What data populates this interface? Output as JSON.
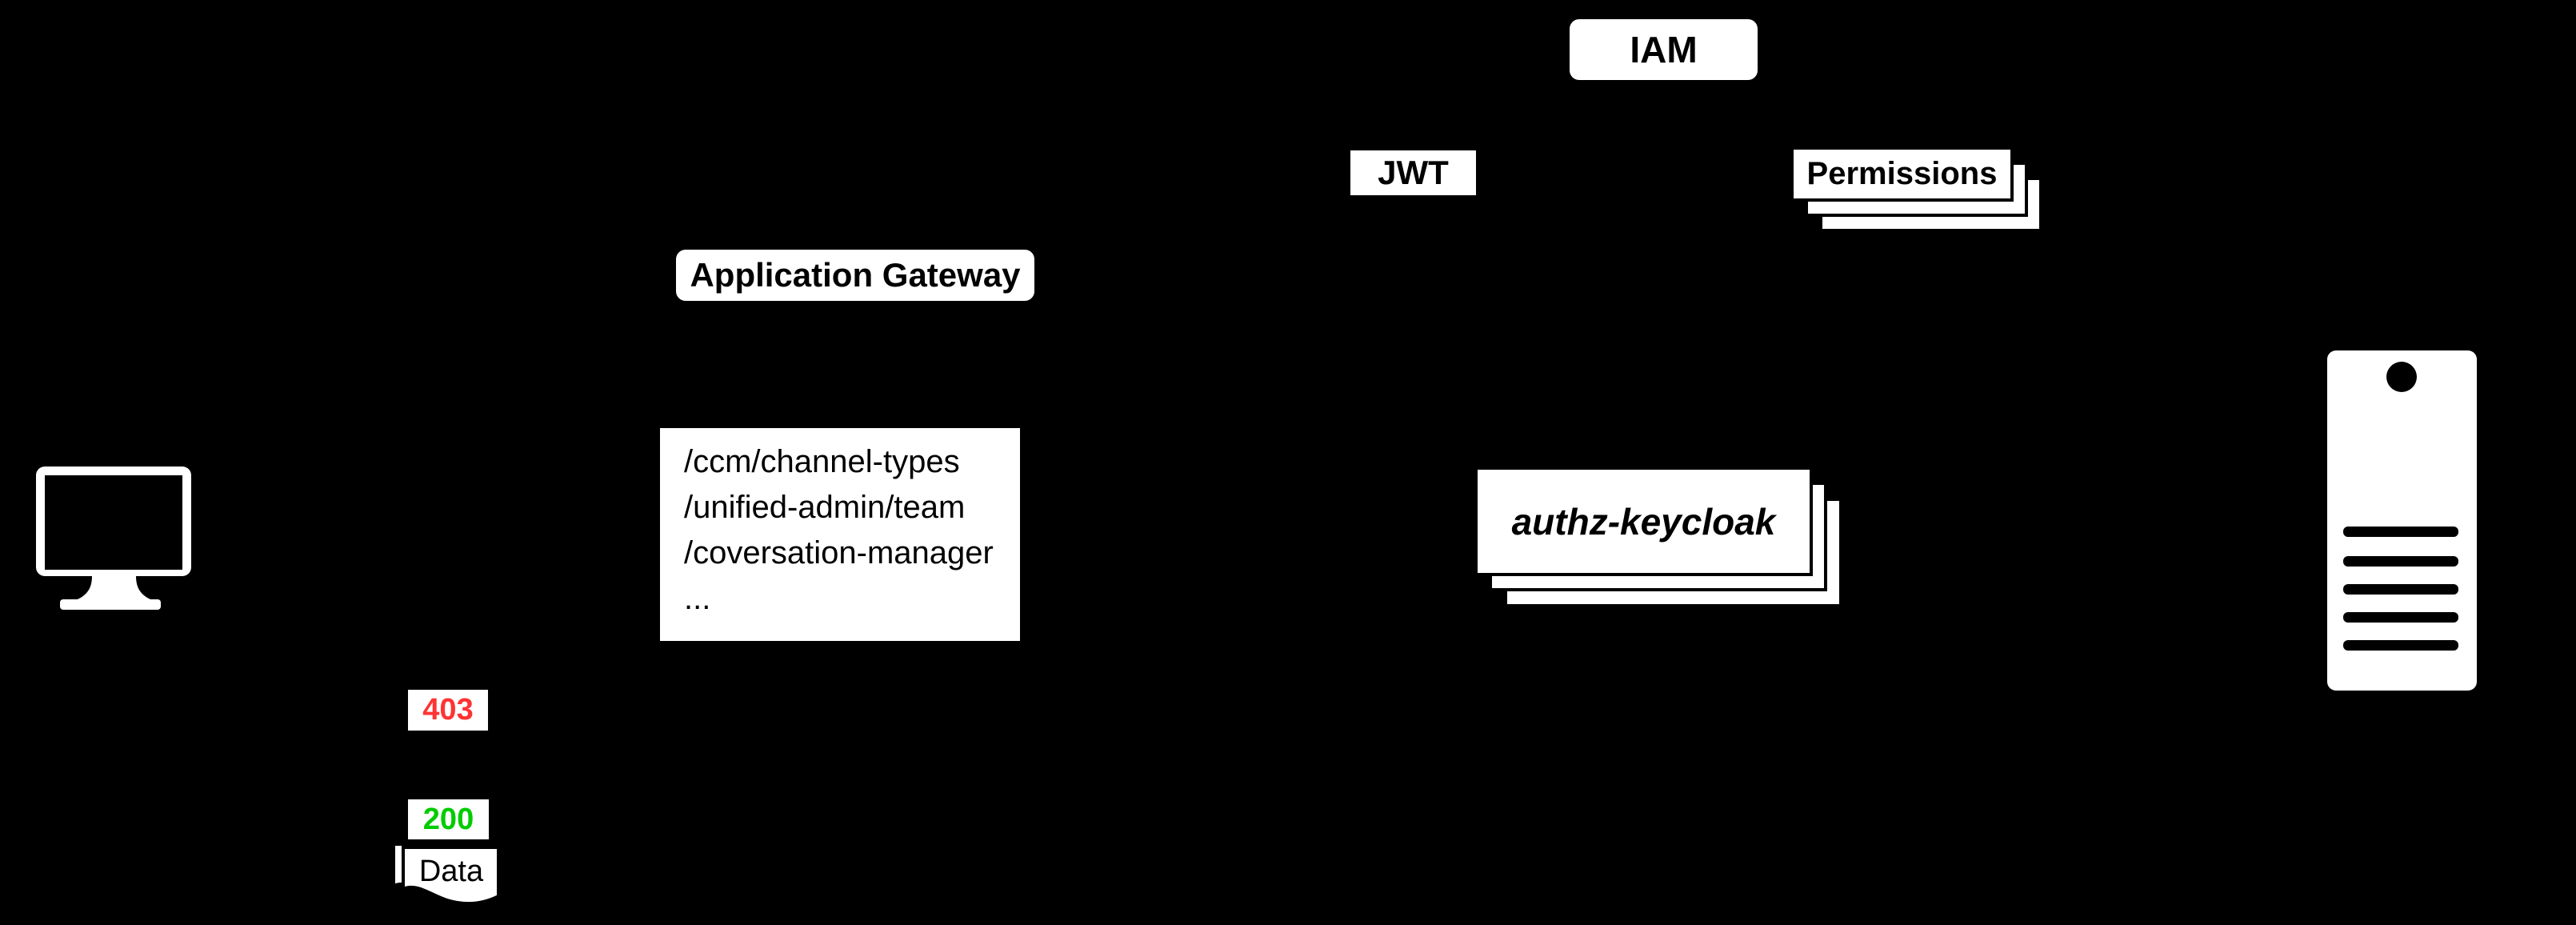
{
  "diagram": {
    "background": "#000000",
    "node_fill": "#ffffff",
    "node_text_color": "#000000",
    "client": {
      "icon": "monitor-icon"
    },
    "gateway": {
      "label": "Application Gateway"
    },
    "routes": {
      "lines": [
        "/ccm/channel-types",
        "/unified-admin/team",
        "/coversation-manager",
        "..."
      ]
    },
    "iam": {
      "label": "IAM"
    },
    "jwt": {
      "label": "JWT"
    },
    "permissions": {
      "label": "Permissions"
    },
    "authz": {
      "label": "authz-keycloak"
    },
    "responses": {
      "forbidden": {
        "code": "403",
        "color": "#FF3333"
      },
      "ok": {
        "code": "200",
        "color": "#00CC00"
      },
      "data": {
        "label": "Data"
      }
    },
    "server": {
      "icon": "server-icon"
    }
  }
}
